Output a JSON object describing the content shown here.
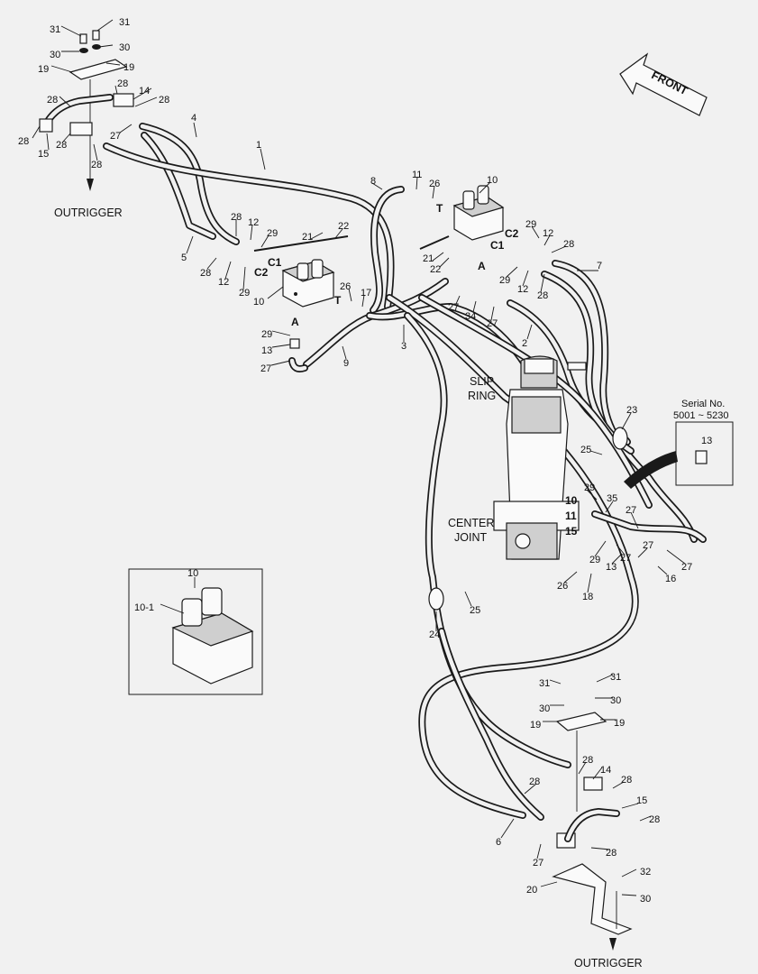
{
  "callouts": [
    {
      "id": "c31a",
      "text": "31"
    },
    {
      "id": "c31b",
      "text": "31"
    },
    {
      "id": "c30a",
      "text": "30"
    },
    {
      "id": "c30b",
      "text": "30"
    },
    {
      "id": "c19a",
      "text": "19"
    },
    {
      "id": "c19b",
      "text": "19"
    },
    {
      "id": "c28a",
      "text": "28"
    },
    {
      "id": "c28b",
      "text": "28"
    },
    {
      "id": "c14a",
      "text": "14"
    },
    {
      "id": "c28c",
      "text": "28"
    },
    {
      "id": "c27a",
      "text": "27"
    },
    {
      "id": "c4",
      "text": "4"
    },
    {
      "id": "c28d",
      "text": "28"
    },
    {
      "id": "c28e",
      "text": "28"
    },
    {
      "id": "c15a",
      "text": "15"
    },
    {
      "id": "c28f",
      "text": "28"
    },
    {
      "id": "c1",
      "text": "1"
    },
    {
      "id": "c8",
      "text": "8"
    },
    {
      "id": "c11a",
      "text": "11"
    },
    {
      "id": "c26a",
      "text": "26"
    },
    {
      "id": "c10a",
      "text": "10"
    },
    {
      "id": "c28g",
      "text": "28"
    },
    {
      "id": "c12a",
      "text": "12"
    },
    {
      "id": "c29a",
      "text": "29"
    },
    {
      "id": "c21a",
      "text": "21"
    },
    {
      "id": "c22a",
      "text": "22"
    },
    {
      "id": "c5",
      "text": "5"
    },
    {
      "id": "c28h",
      "text": "28"
    },
    {
      "id": "c12b",
      "text": "12"
    },
    {
      "id": "c29b",
      "text": "29"
    },
    {
      "id": "c10b",
      "text": "10"
    },
    {
      "id": "c26b",
      "text": "26"
    },
    {
      "id": "c17",
      "text": "17"
    },
    {
      "id": "c29c",
      "text": "29"
    },
    {
      "id": "c13a",
      "text": "13"
    },
    {
      "id": "c27b",
      "text": "27"
    },
    {
      "id": "c9",
      "text": "9"
    },
    {
      "id": "c3",
      "text": "3"
    },
    {
      "id": "c29d",
      "text": "29"
    },
    {
      "id": "c12c",
      "text": "12"
    },
    {
      "id": "c28i",
      "text": "28"
    },
    {
      "id": "c29e",
      "text": "29"
    },
    {
      "id": "c12d",
      "text": "12"
    },
    {
      "id": "c28j",
      "text": "28"
    },
    {
      "id": "c7",
      "text": "7"
    },
    {
      "id": "c21b",
      "text": "21"
    },
    {
      "id": "c22b",
      "text": "22"
    },
    {
      "id": "c27c",
      "text": "27"
    },
    {
      "id": "c34",
      "text": "34"
    },
    {
      "id": "c27d",
      "text": "27"
    },
    {
      "id": "c2",
      "text": "2"
    },
    {
      "id": "c23",
      "text": "23"
    },
    {
      "id": "c25a",
      "text": "25"
    },
    {
      "id": "c29f",
      "text": "29"
    },
    {
      "id": "c35",
      "text": "35"
    },
    {
      "id": "c27e",
      "text": "27"
    },
    {
      "id": "c29g",
      "text": "29"
    },
    {
      "id": "c27f",
      "text": "27"
    },
    {
      "id": "c13b",
      "text": "13"
    },
    {
      "id": "c27g",
      "text": "27"
    },
    {
      "id": "c16",
      "text": "16"
    },
    {
      "id": "c27h",
      "text": "27"
    },
    {
      "id": "c26c",
      "text": "26"
    },
    {
      "id": "c18",
      "text": "18"
    },
    {
      "id": "c13c",
      "text": "13"
    },
    {
      "id": "c24",
      "text": "24"
    },
    {
      "id": "c25b",
      "text": "25"
    },
    {
      "id": "c10c",
      "text": "10"
    },
    {
      "id": "c101",
      "text": "10-1"
    },
    {
      "id": "c31c",
      "text": "31"
    },
    {
      "id": "c31d",
      "text": "31"
    },
    {
      "id": "c30c",
      "text": "30"
    },
    {
      "id": "c30d",
      "text": "30"
    },
    {
      "id": "c19c",
      "text": "19"
    },
    {
      "id": "c19d",
      "text": "19"
    },
    {
      "id": "c28k",
      "text": "28"
    },
    {
      "id": "c14b",
      "text": "14"
    },
    {
      "id": "c28l",
      "text": "28"
    },
    {
      "id": "c28m",
      "text": "28"
    },
    {
      "id": "c15b",
      "text": "15"
    },
    {
      "id": "c28n",
      "text": "28"
    },
    {
      "id": "c6",
      "text": "6"
    },
    {
      "id": "c27i",
      "text": "27"
    },
    {
      "id": "c28o",
      "text": "28"
    },
    {
      "id": "c20",
      "text": "20"
    },
    {
      "id": "c32",
      "text": "32"
    },
    {
      "id": "c30e",
      "text": "30"
    }
  ],
  "labels": {
    "front": "FRONT",
    "outrigger_top": "OUTRIGGER",
    "outrigger_bottom": "OUTRIGGER",
    "slip_ring_1": "SLIP",
    "slip_ring_2": "RING",
    "center_joint_1": "CENTER",
    "center_joint_2": "JOINT",
    "serial_title": "Serial No.",
    "serial_range": "5001 ~ 5230",
    "port_c1_left": "C1",
    "port_c2_left": "C2",
    "port_t_left": "T",
    "port_a_left": "A",
    "port_t_right": "T",
    "port_c2_right": "C2",
    "port_c1_right": "C1",
    "port_a_right": "A",
    "joint_10": "10",
    "joint_11": "11",
    "joint_15": "15"
  }
}
